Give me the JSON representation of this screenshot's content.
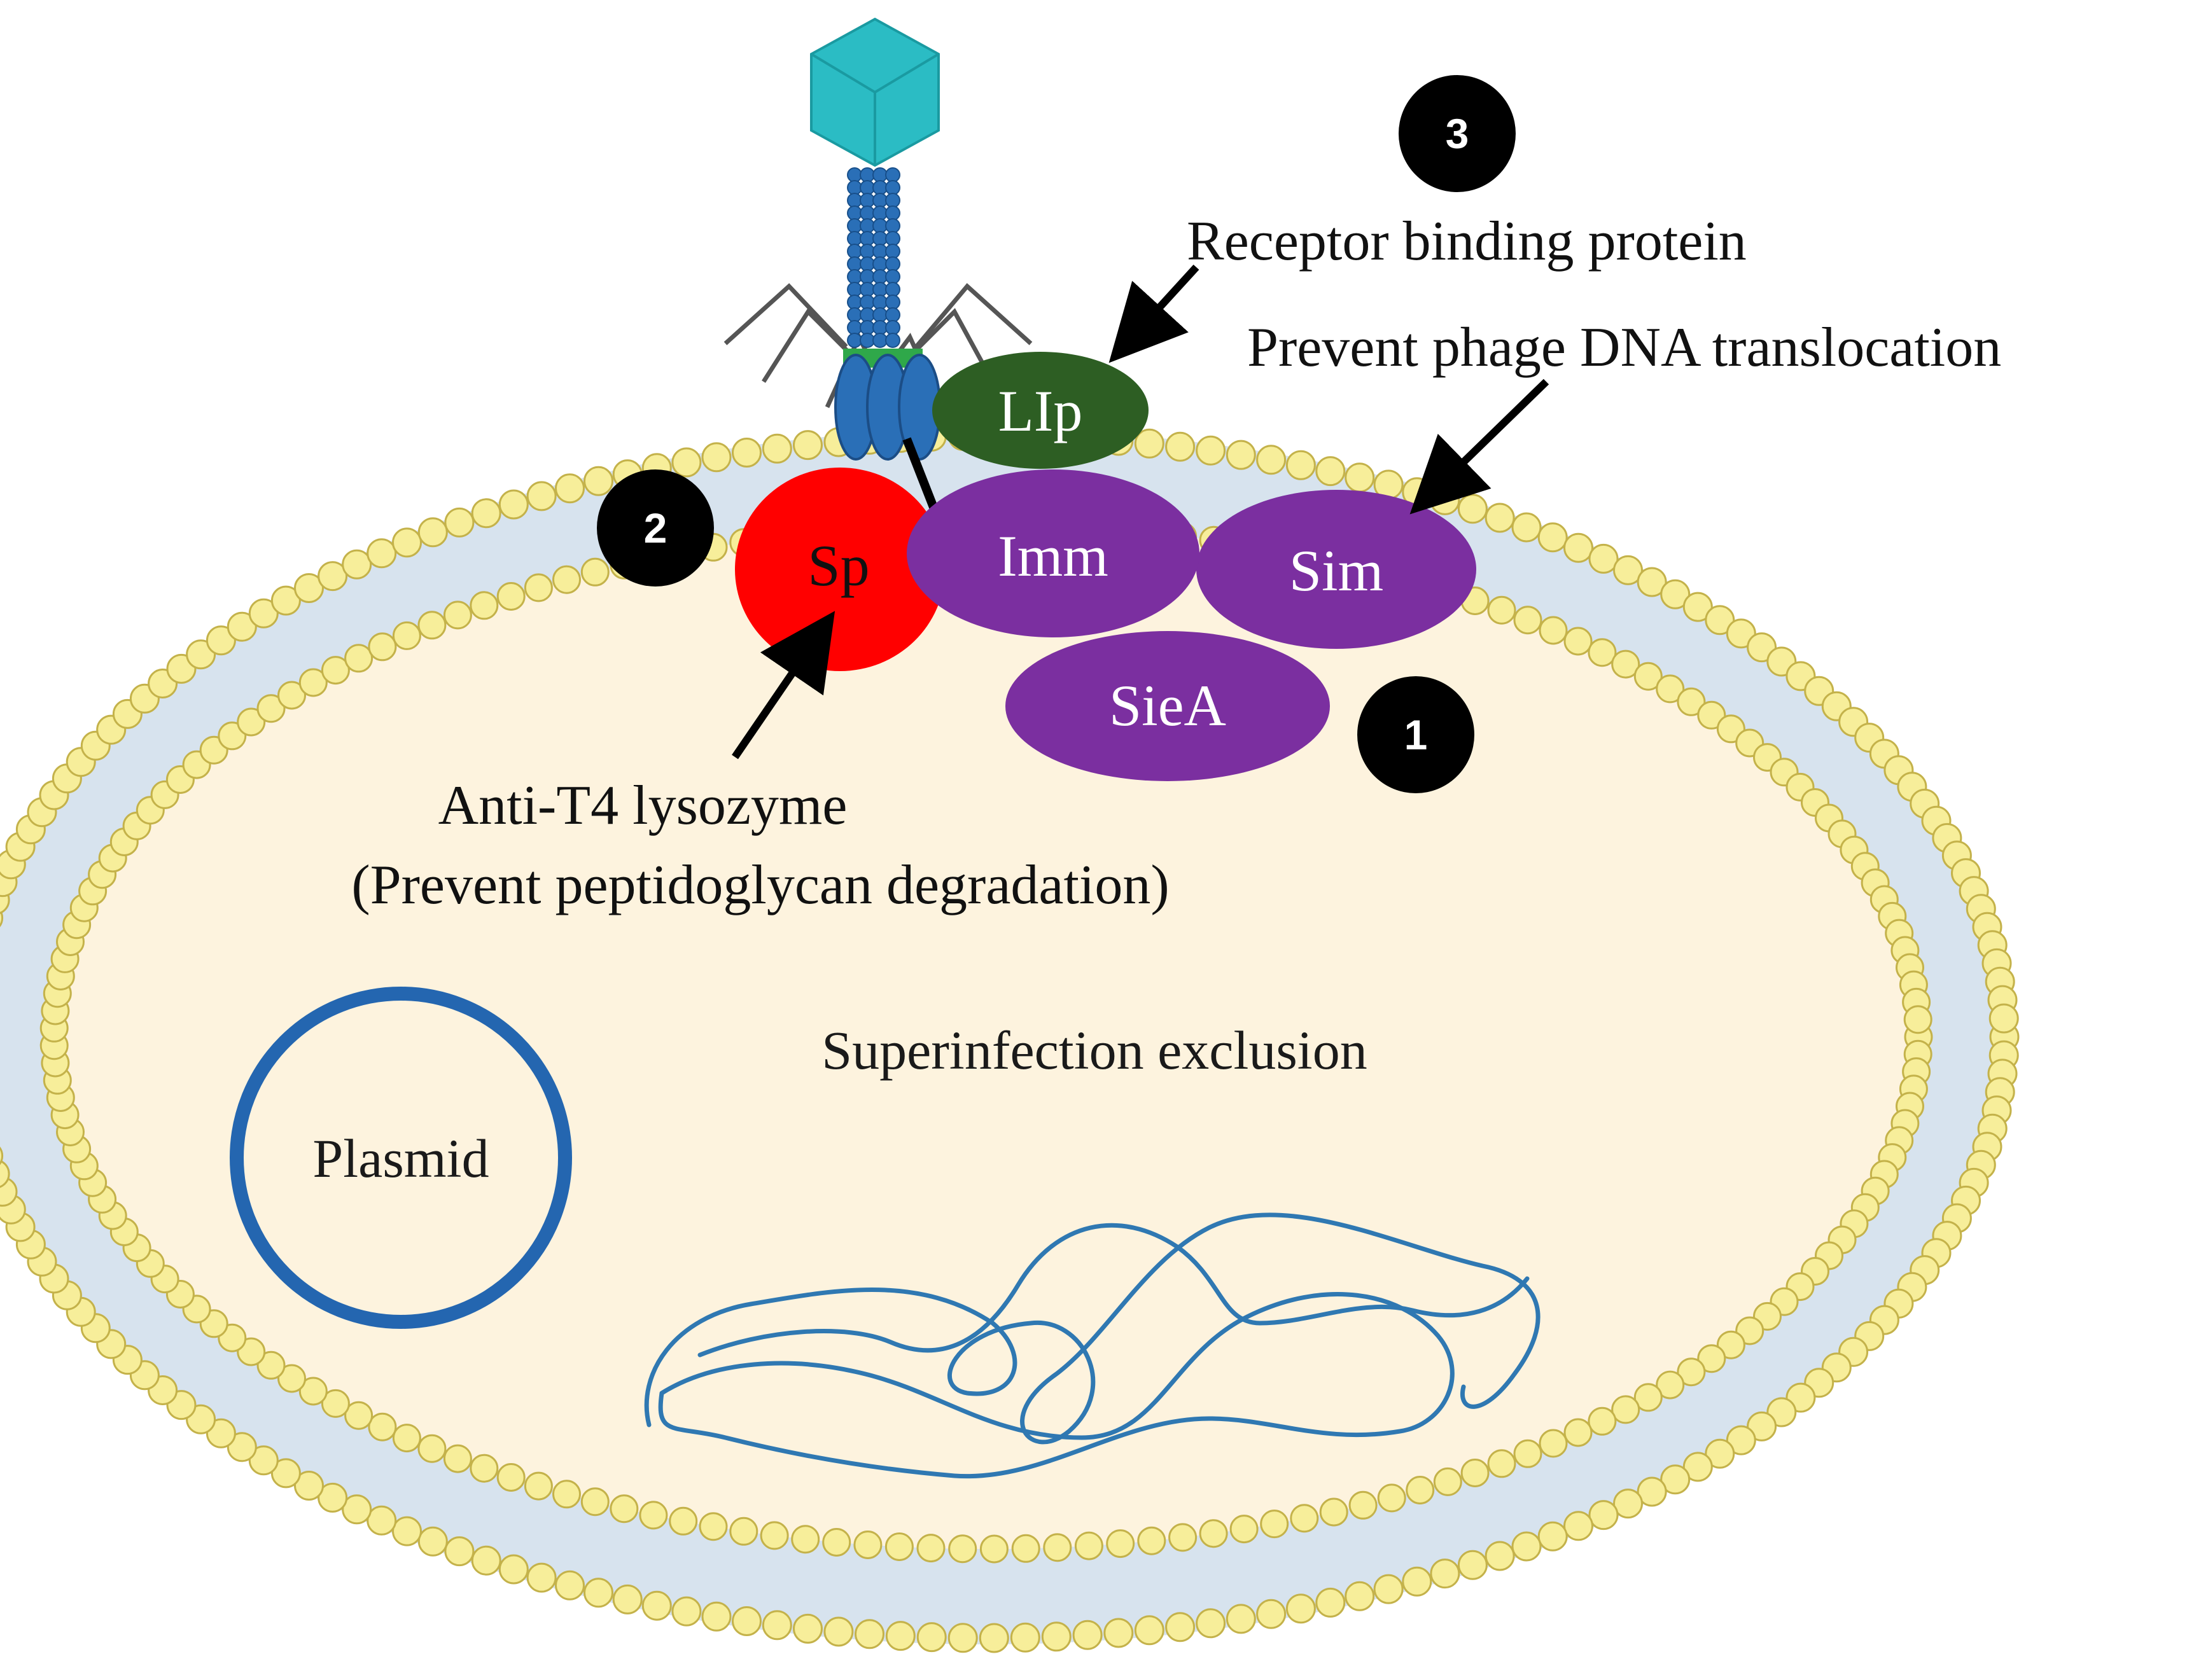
{
  "diagram": {
    "labels": {
      "receptor_binding": "Receptor binding protein",
      "prevent_dna": "Prevent phage DNA translocation",
      "anti_t4": "Anti-T4 lysozyme",
      "prevent_pg": "(Prevent peptidoglycan degradation)",
      "superinfection": "Superinfection exclusion",
      "plasmid": "Plasmid"
    },
    "proteins": {
      "llp": "LIp",
      "sp": "Sp",
      "imm": "Imm",
      "sim": "Sim",
      "siea": "SieA"
    },
    "badges": {
      "one": "1",
      "two": "2",
      "three": "3"
    },
    "colors": {
      "cytoplasm": "#fdf3de",
      "lipid_head": "#f7ee9a",
      "lipid_tail": "#d7e3ee",
      "llp": "#2d5e23",
      "sp": "#ff0000",
      "imm_sim_siea": "#7b2fa0",
      "capsid": "#2bbcc4",
      "tail": "#2a6fb7",
      "plasmid_ring": "#2466b0",
      "dna": "#2f78b2",
      "badge": "#000000"
    }
  }
}
